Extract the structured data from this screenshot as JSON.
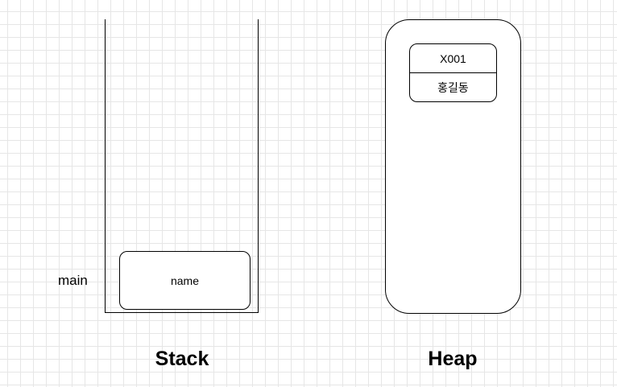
{
  "stack": {
    "title": "Stack",
    "frame_label": "main",
    "frame_variable": "name"
  },
  "heap": {
    "title": "Heap",
    "object": {
      "address": "X001",
      "value": "홍길동"
    }
  }
}
